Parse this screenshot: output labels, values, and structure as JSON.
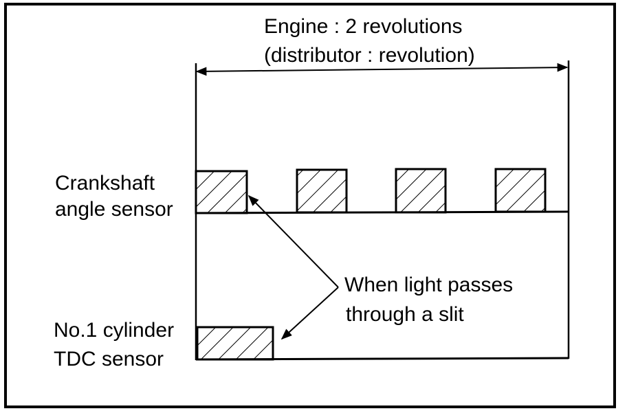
{
  "header": {
    "line1": "Engine : 2 revolutions",
    "line2": "(distributor : revolution)"
  },
  "signals": {
    "crank": {
      "label_line1": "Crankshaft",
      "label_line2": "angle sensor",
      "pulse_count": 4
    },
    "tdc": {
      "label_line1": "No.1 cylinder",
      "label_line2": "TDC sensor",
      "pulse_count": 1
    }
  },
  "callout": {
    "line1": "When light passes",
    "line2": "through a slit"
  },
  "colors": {
    "ink": "#000000",
    "background": "#ffffff"
  }
}
